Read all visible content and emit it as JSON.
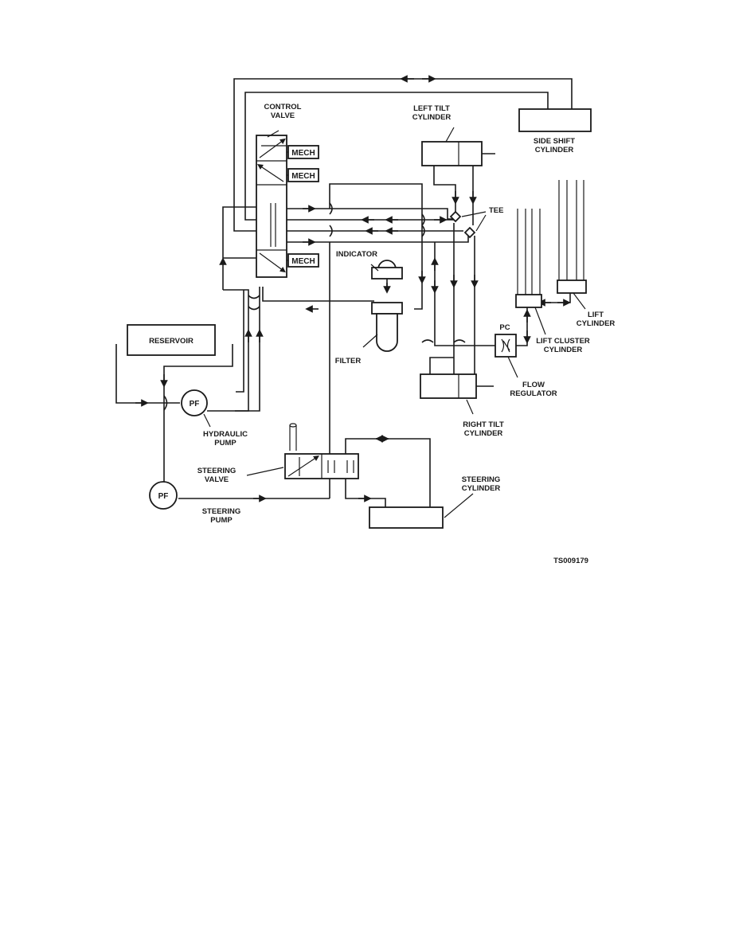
{
  "labels": {
    "control_valve": [
      "CONTROL",
      "VALVE"
    ],
    "left_tilt": [
      "LEFT TILT",
      "CYLINDER"
    ],
    "side_shift": [
      "SIDE SHIFT",
      "CYLINDER"
    ],
    "mech": "MECH",
    "tee": "TEE",
    "indicator": "INDICATOR",
    "reservoir": "RESERVOIR",
    "filter": "FILTER",
    "pc": "PC",
    "lift_cylinder": [
      "LIFT",
      "CYLINDER"
    ],
    "lift_cluster": [
      "LIFT CLUSTER",
      "CYLINDER"
    ],
    "flow_regulator": [
      "FLOW",
      "REGULATOR"
    ],
    "pf": "PF",
    "hydraulic_pump": [
      "HYDRAULIC",
      "PUMP"
    ],
    "right_tilt": [
      "RIGHT TILT",
      "CYLINDER"
    ],
    "steering_valve": [
      "STEERING",
      "VALVE"
    ],
    "steering_cylinder": [
      "STEERING",
      "CYLINDER"
    ],
    "steering_pump": [
      "STEERING",
      "PUMP"
    ],
    "figure_id": "TS009179"
  }
}
